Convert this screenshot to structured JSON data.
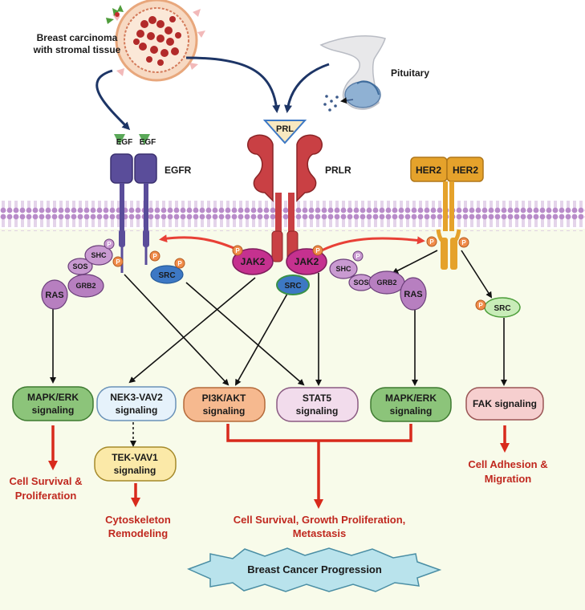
{
  "sources": {
    "breast": "Breast carcinoma",
    "breast2": "with stromal tissue",
    "pituitary": "Pituitary"
  },
  "receptors": {
    "egf": "EGF",
    "egfr": "EGFR",
    "prl": "PRL",
    "prlr": "PRLR",
    "her2": "HER2"
  },
  "molecules": {
    "jak2": "JAK2",
    "src": "SRC",
    "shc": "SHC",
    "sos": "SOS",
    "grb2": "GRB2",
    "ras": "RAS",
    "p": "P"
  },
  "pathways": {
    "mapk1": [
      "MAPK/ERK",
      "signaling"
    ],
    "nek3": [
      "NEK3-VAV2",
      "signaling"
    ],
    "pi3k": [
      "PI3K/AKT",
      "signaling"
    ],
    "stat5": [
      "STAT5",
      "signaling"
    ],
    "mapk2": [
      "MAPK/ERK",
      "signaling"
    ],
    "fak": [
      "FAK signaling"
    ],
    "tek": [
      "TEK-VAV1",
      "signaling"
    ]
  },
  "outcomes": {
    "survival1": [
      "Cell Survival &",
      "Proliferation"
    ],
    "cyto": [
      "Cytoskeleton",
      "Remodeling"
    ],
    "growth": [
      "Cell Survival, Growth Proliferation,",
      "Metastasis"
    ],
    "adhesion": [
      "Cell Adhesion &",
      "Migration"
    ],
    "progression": "Breast Cancer Progression"
  },
  "colors": {
    "mapk": "#8cc47a",
    "nek3": "#e6f2fb",
    "pi3k": "#f6b98f",
    "stat5": "#f2dcec",
    "fak": "#f6cfcf",
    "tek": "#fbe9a8",
    "red": "#d82a1c",
    "jak2": "#c5318f",
    "src": "#3d78c4",
    "egfr": "#5a4d9a",
    "prlr": "#c94044",
    "her2": "#e5a22b"
  }
}
